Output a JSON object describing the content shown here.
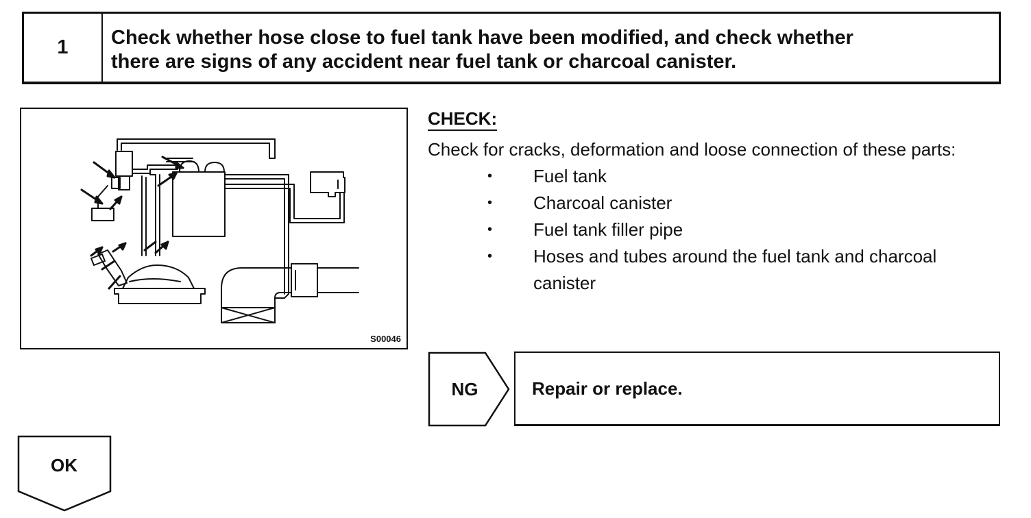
{
  "step": {
    "number": "1",
    "title_line1": "Check whether hose close to fuel tank have been modified, and check whether",
    "title_line2": "there are signs of any accident near fuel tank or charcoal canister."
  },
  "figure": {
    "code": "S00046"
  },
  "check": {
    "heading": "CHECK:",
    "text": "Check for cracks, deformation and loose connection of these parts:",
    "items": [
      "Fuel tank",
      "Charcoal canister",
      "Fuel tank filler pipe",
      "Hoses and tubes around the fuel tank and charcoal canister"
    ]
  },
  "ng": {
    "label": "NG",
    "result": "Repair or replace."
  },
  "ok": {
    "label": "OK"
  }
}
